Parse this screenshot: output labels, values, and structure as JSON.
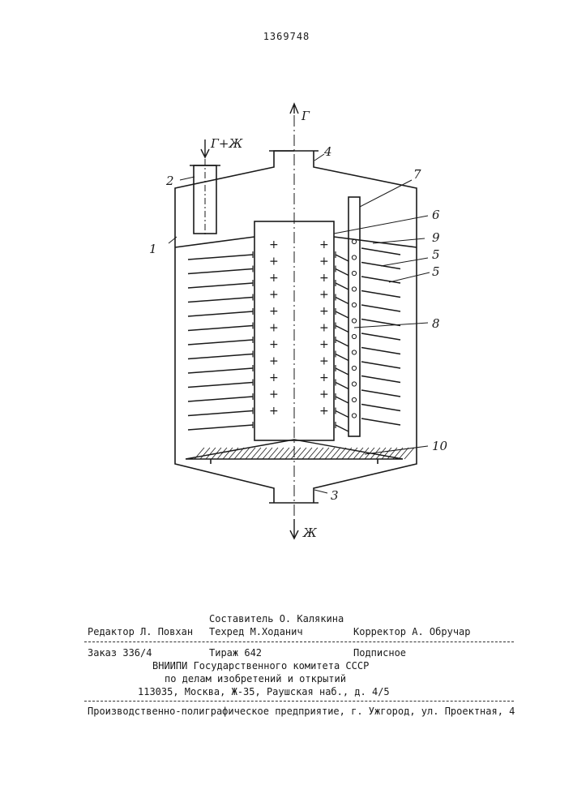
{
  "patent_number": "1369748",
  "labels": {
    "gas_top": "Г",
    "inlet": "Г+Ж",
    "liquid_bottom": "Ж"
  },
  "callouts": [
    "1",
    "2",
    "3",
    "4",
    "5",
    "5",
    "6",
    "7",
    "8",
    "9",
    "10"
  ],
  "imprint": {
    "compiler": "Составитель О. Калякина",
    "editor": "Редактор Л. Повхан",
    "techred": "Техред М.Ходанич",
    "corrector": "Корректор А. Обручар",
    "order": "Заказ 336/4",
    "print_run": "Тираж 642",
    "subscription": "Подписное",
    "org_line1": "ВНИИПИ Государственного комитета СССР",
    "org_line2": "по делам изобретений и открытий",
    "address": "113035, Москва, Ж-35, Раушская наб., д. 4/5",
    "printer": "Производственно-полиграфическое предприятие, г. Ужгород, ул. Проектная, 4"
  }
}
